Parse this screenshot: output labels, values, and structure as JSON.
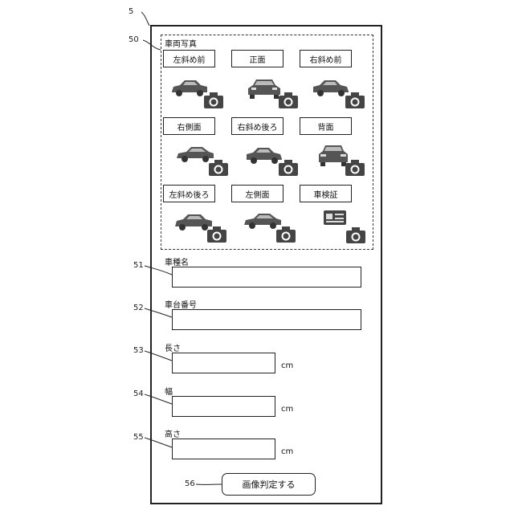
{
  "refs": {
    "device": "5",
    "photos": "50",
    "model": "51",
    "chassis": "52",
    "length": "53",
    "width": "54",
    "height": "55",
    "submit": "56"
  },
  "photos": {
    "title": "車両写真",
    "buttons": [
      "左斜め前",
      "正面",
      "右斜め前",
      "右側面",
      "右斜め後ろ",
      "背面",
      "左斜め後ろ",
      "左側面",
      "車検証"
    ]
  },
  "fields": {
    "model": {
      "label": "車種名",
      "value": ""
    },
    "chassis": {
      "label": "車台番号",
      "value": ""
    },
    "length": {
      "label": "長さ",
      "value": "",
      "unit": "cm"
    },
    "width": {
      "label": "幅",
      "value": "",
      "unit": "cm"
    },
    "height": {
      "label": "高さ",
      "value": "",
      "unit": "cm"
    }
  },
  "submit": {
    "label": "画像判定する"
  },
  "icons": {
    "photo_slot": "car-icon",
    "document_slot": "vehicle-inspection-card-icon",
    "capture": "camera-icon"
  }
}
